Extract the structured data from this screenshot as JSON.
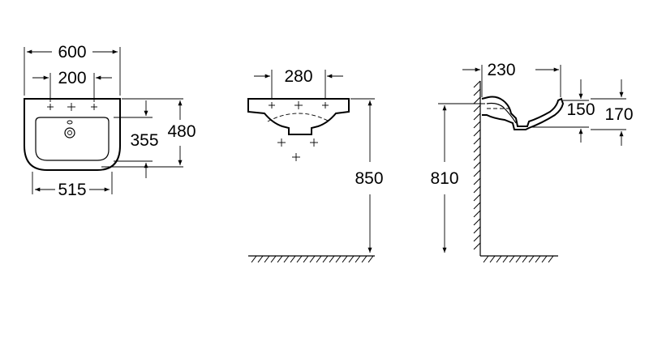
{
  "views": {
    "front": {
      "overall_width": "600",
      "tap_spacing": "200",
      "bowl_width": "515",
      "bowl_depth": "355",
      "overall_depth": "480"
    },
    "top": {
      "hole_spacing": "280",
      "rim_height": "850"
    },
    "side": {
      "projection": "230",
      "bowl_height": "150",
      "overall_height": "170",
      "rim_height": "810"
    }
  },
  "colors": {
    "line": "#000000",
    "background": "#ffffff"
  }
}
